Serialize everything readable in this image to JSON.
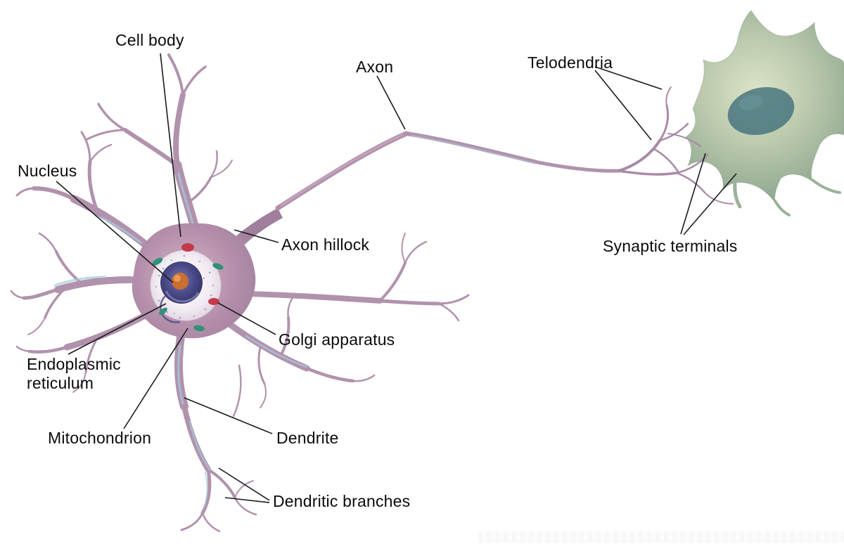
{
  "diagram": {
    "labels": [
      {
        "id": "cell-body",
        "text": "Cell body"
      },
      {
        "id": "axon",
        "text": "Axon"
      },
      {
        "id": "telodendria",
        "text": "Telodendria"
      },
      {
        "id": "nucleus",
        "text": "Nucleus"
      },
      {
        "id": "axon-hillock",
        "text": "Axon hillock"
      },
      {
        "id": "synaptic-terminals",
        "text": "Synaptic terminals"
      },
      {
        "id": "endoplasmic-reticulum",
        "text": "Endoplasmic reticulum"
      },
      {
        "id": "golgi-apparatus",
        "text": "Golgi apparatus"
      },
      {
        "id": "mitochondrion",
        "text": "Mitochondrion"
      },
      {
        "id": "dendrite",
        "text": "Dendrite"
      },
      {
        "id": "dendritic-branches",
        "text": "Dendritic branches"
      }
    ],
    "colors": {
      "neuron_body": "#b192ac",
      "neuron_shadow": "#a07f9c",
      "neuron_highlight_blue": "#a7cadd",
      "perikaryon": "#f2ecf2",
      "nucleus_blue": "#4a4a88",
      "nucleolus_orange": "#c96f2f",
      "organelle_red": "#c43a4a",
      "organelle_teal": "#2f9178",
      "second_neuron_green": "#b8c7ab",
      "second_neuron_nucleus": "#49767f",
      "label_text": "#0b0b0b",
      "leader_line": "#1b1b1b"
    }
  }
}
